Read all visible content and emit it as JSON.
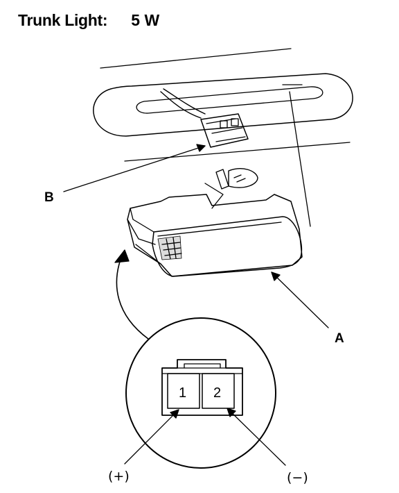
{
  "header": {
    "title": "Trunk Light:",
    "wattage": "5 W"
  },
  "callouts": {
    "bulb_housing": "A",
    "connector": "B"
  },
  "pin_detail": {
    "pin_1": "1",
    "pin_2": "2",
    "positive": "(+)",
    "negative": "(−)"
  },
  "colors": {
    "ink": "#000000",
    "background": "#ffffff"
  }
}
